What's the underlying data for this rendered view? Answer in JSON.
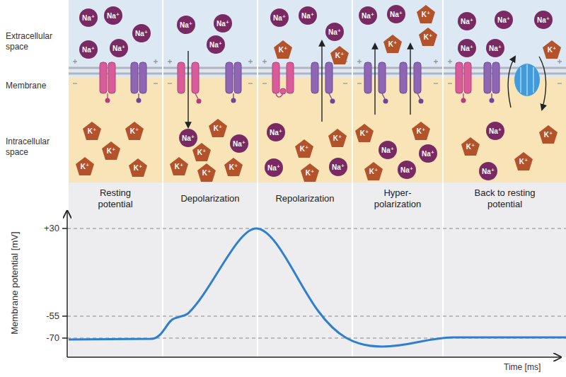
{
  "diagram": {
    "nodes": [
      {
        "text": [
          "Resting potential"
        ]
      },
      {
        "text": [
          "Na⁺"
        ],
        "in": 0
      },
      {
        "text": [
          "Na⁺"
        ],
        "in": 0
      },
      {
        "text": [
          "Na⁺"
        ],
        "in": 0
      },
      {
        "text": [
          "Na⁺"
        ],
        "in": 0
      },
      {
        "text": [
          "Na⁺"
        ],
        "in": 0
      },
      {
        "text": [
          "K⁺"
        ],
        "in": 0
      },
      {
        "text": [
          "K⁺"
        ],
        "in": 0
      },
      {
        "text": [
          "K⁺"
        ],
        "in": 0
      },
      {
        "text": [
          "K⁺"
        ],
        "in": 0
      },
      {
        "text": [
          "K⁺"
        ],
        "in": 0
      },
      {
        "text": [
          "Depolarization"
        ]
      },
      {
        "text": [
          "Na⁺"
        ],
        "in": 11
      },
      {
        "text": [
          "Na⁺"
        ],
        "in": 11
      },
      {
        "text": [
          "Na⁺"
        ],
        "in": 11
      },
      {
        "text": [
          "Na⁺"
        ],
        "in": 11
      },
      {
        "text": [
          "K⁺"
        ],
        "in": 11
      },
      {
        "text": [
          "K⁺"
        ],
        "in": 11
      },
      {
        "text": [
          "Na⁺"
        ],
        "in": 11
      },
      {
        "text": [
          "K⁺"
        ],
        "in": 11
      },
      {
        "text": [
          "K⁺"
        ],
        "in": 11
      },
      {
        "text": [
          "K⁺"
        ],
        "in": 11
      },
      {
        "text": [
          "Repolarization"
        ]
      },
      {
        "text": [
          "Na⁺"
        ],
        "in": 22
      },
      {
        "text": [
          "Na⁺"
        ],
        "in": 22
      },
      {
        "text": [
          "Na⁺"
        ],
        "in": 22
      },
      {
        "text": [
          "K⁺"
        ],
        "in": 22
      },
      {
        "text": [
          "K⁺"
        ],
        "in": 22
      },
      {
        "text": [
          "Na⁺"
        ],
        "in": 22
      },
      {
        "text": [
          "K⁺"
        ],
        "in": 22
      },
      {
        "text": [
          "K⁺"
        ],
        "in": 22
      },
      {
        "text": [
          "Na⁺"
        ],
        "in": 22
      },
      {
        "text": [
          "K⁺"
        ],
        "in": 22
      },
      {
        "text": [
          "Na⁺"
        ],
        "in": 22
      },
      {
        "text": [
          "Hyper-polarization"
        ]
      },
      {
        "text": [
          "Na⁺"
        ],
        "in": 34
      },
      {
        "text": [
          "Na⁺"
        ],
        "in": 34
      },
      {
        "text": [
          "K⁺"
        ],
        "in": 34
      },
      {
        "text": [
          "K⁺"
        ],
        "in": 34
      },
      {
        "text": [
          "K⁺"
        ],
        "in": 34
      },
      {
        "text": [
          "K⁺"
        ],
        "in": 34
      },
      {
        "text": [
          "K⁺"
        ],
        "in": 34
      },
      {
        "text": [
          "Na⁺"
        ],
        "in": 34
      },
      {
        "text": [
          "Na⁺"
        ],
        "in": 34
      },
      {
        "text": [
          "K⁺"
        ],
        "in": 34
      },
      {
        "text": [
          "Na⁺"
        ],
        "in": 34
      },
      {
        "text": [
          "Back to resting potential"
        ]
      },
      {
        "text": [
          "Na⁺"
        ],
        "in": 46
      },
      {
        "text": [
          "Na⁺"
        ],
        "in": 46
      },
      {
        "text": [
          "Na⁺"
        ],
        "in": 46
      },
      {
        "text": [
          "Na⁺"
        ],
        "in": 46
      },
      {
        "text": [
          "Na⁺"
        ],
        "in": 46
      },
      {
        "text": [
          "K⁺"
        ],
        "in": 46
      },
      {
        "text": [
          "Na⁺"
        ],
        "in": 46
      },
      {
        "text": [
          "K⁺"
        ],
        "in": 46
      },
      {
        "text": [
          "K⁺"
        ],
        "in": 46
      },
      {
        "text": [
          "K⁺"
        ],
        "in": 46
      },
      {
        "text": [
          "Na⁺"
        ],
        "in": 46
      }
    ],
    "labels": [
      "Extracellular space",
      "Membrane",
      "Intracellular space",
      "Membrane potential [mV]",
      "+30",
      "-55",
      "-70",
      "Time [ms]"
    ]
  }
}
